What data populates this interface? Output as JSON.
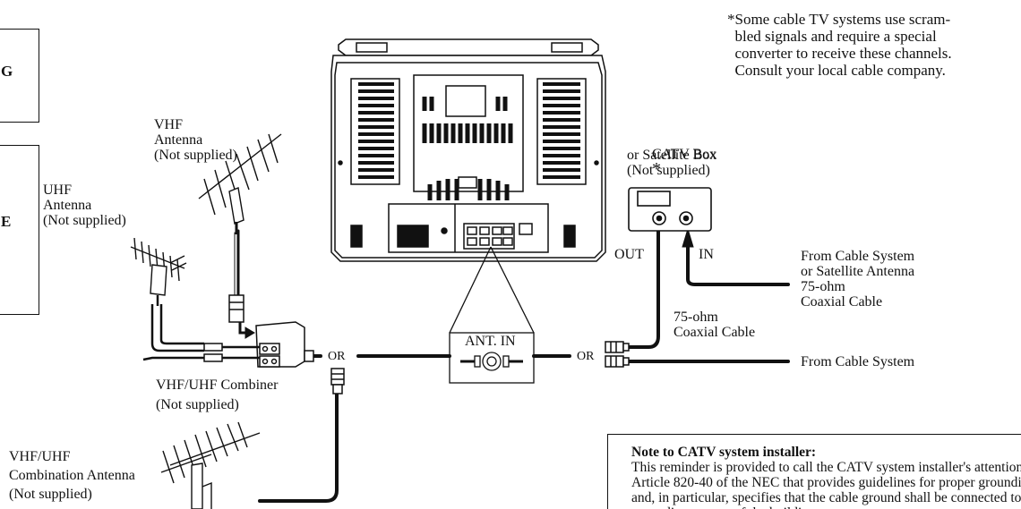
{
  "side_tabs": [
    "G",
    "E"
  ],
  "footnote": "*Some cable TV systems use scram-\n  bled signals and require a special\n  converter to receive these channels.\n  Consult your local cable company.",
  "labels": {
    "vhf_antenna": "VHF\nAntenna\n(Not supplied)",
    "uhf_antenna": "UHF\nAntenna\n(Not supplied)",
    "catv_box": "CATV Box",
    "catv_star": "*",
    "catv_box_sub": "or Satellite Box\n(Not supplied)",
    "out": "OUT",
    "in": "IN",
    "from_cable_sat": "From Cable System\nor Satellite Antenna\n75-ohm\nCoaxial Cable",
    "coax_75": "75-ohm\nCoaxial Cable",
    "from_cable": "From Cable System",
    "ant_in": "ANT. IN",
    "or_left": "OR",
    "or_right": "OR",
    "combiner": "VHF/UHF Combiner\n(Not supplied)",
    "combo_antenna": "VHF/UHF\nCombination Antenna\n(Not supplied)"
  },
  "note": {
    "title": "Note to CATV system installer:",
    "body": "This reminder is provided to call the CATV system installer's attention to Article 820-40 of the NEC that provides guidelines for proper grounding and, in particular, specifies that the cable ground shall be connected to the grounding system of the building."
  }
}
